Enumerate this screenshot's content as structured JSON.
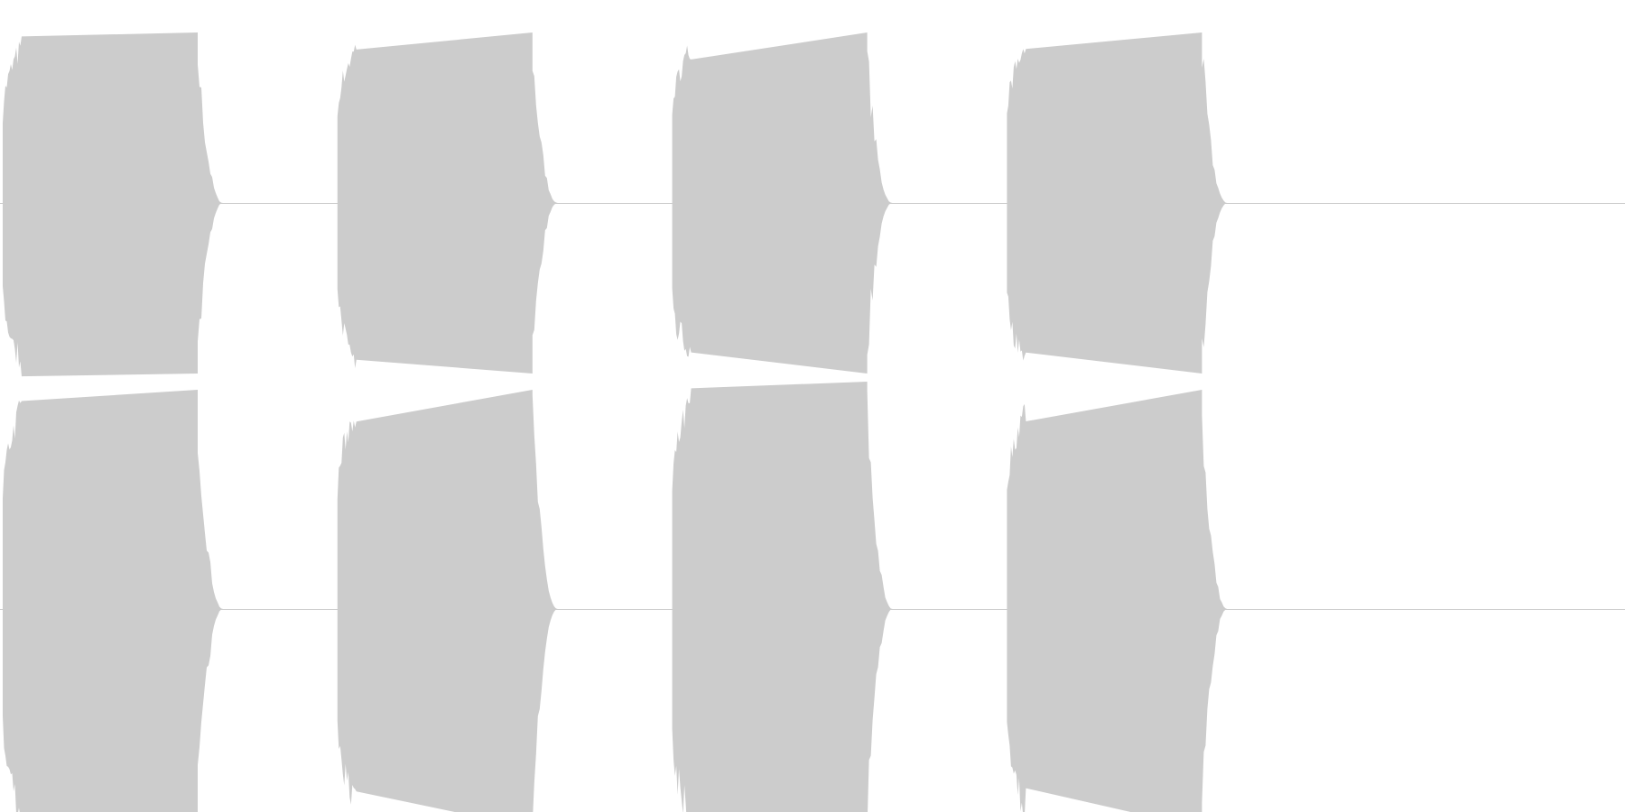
{
  "waveform": {
    "color": "#cccccc",
    "background": "#ffffff",
    "total_duration": 1.0,
    "channels": [
      {
        "bursts": [
          {
            "start": 0.0,
            "end": 0.12,
            "amplitude": 0.21
          },
          {
            "start": 0.206,
            "end": 0.326,
            "amplitude": 0.21
          },
          {
            "start": 0.412,
            "end": 0.532,
            "amplitude": 0.21
          },
          {
            "start": 0.618,
            "end": 0.738,
            "amplitude": 0.21
          }
        ]
      },
      {
        "bursts": [
          {
            "start": 0.0,
            "end": 0.12,
            "amplitude": 0.27
          },
          {
            "start": 0.206,
            "end": 0.326,
            "amplitude": 0.27
          },
          {
            "start": 0.412,
            "end": 0.532,
            "amplitude": 0.28
          },
          {
            "start": 0.618,
            "end": 0.738,
            "amplitude": 0.27
          }
        ]
      }
    ]
  }
}
